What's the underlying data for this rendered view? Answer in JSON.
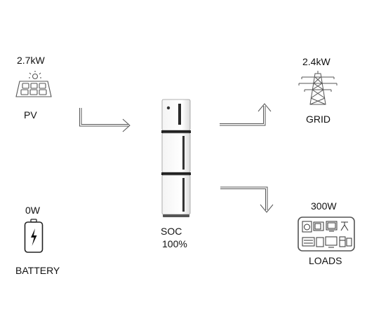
{
  "pv": {
    "power": "2.7kW",
    "label": "PV"
  },
  "grid": {
    "power": "2.4kW",
    "label": "GRID"
  },
  "battery": {
    "power": "0W",
    "label": "BATTERY"
  },
  "loads": {
    "power": "300W",
    "label": "LOADS"
  },
  "inverter": {
    "soc_label": "SOC",
    "soc_value": "100%"
  },
  "icons": {
    "pv": "solar-panel-icon",
    "grid": "transmission-tower-icon",
    "battery": "battery-charge-icon",
    "loads": "home-appliances-icon",
    "inverter": "battery-inverter-stack-icon"
  },
  "colors": {
    "stroke": "#555555",
    "text": "#111111",
    "background": "#ffffff"
  }
}
